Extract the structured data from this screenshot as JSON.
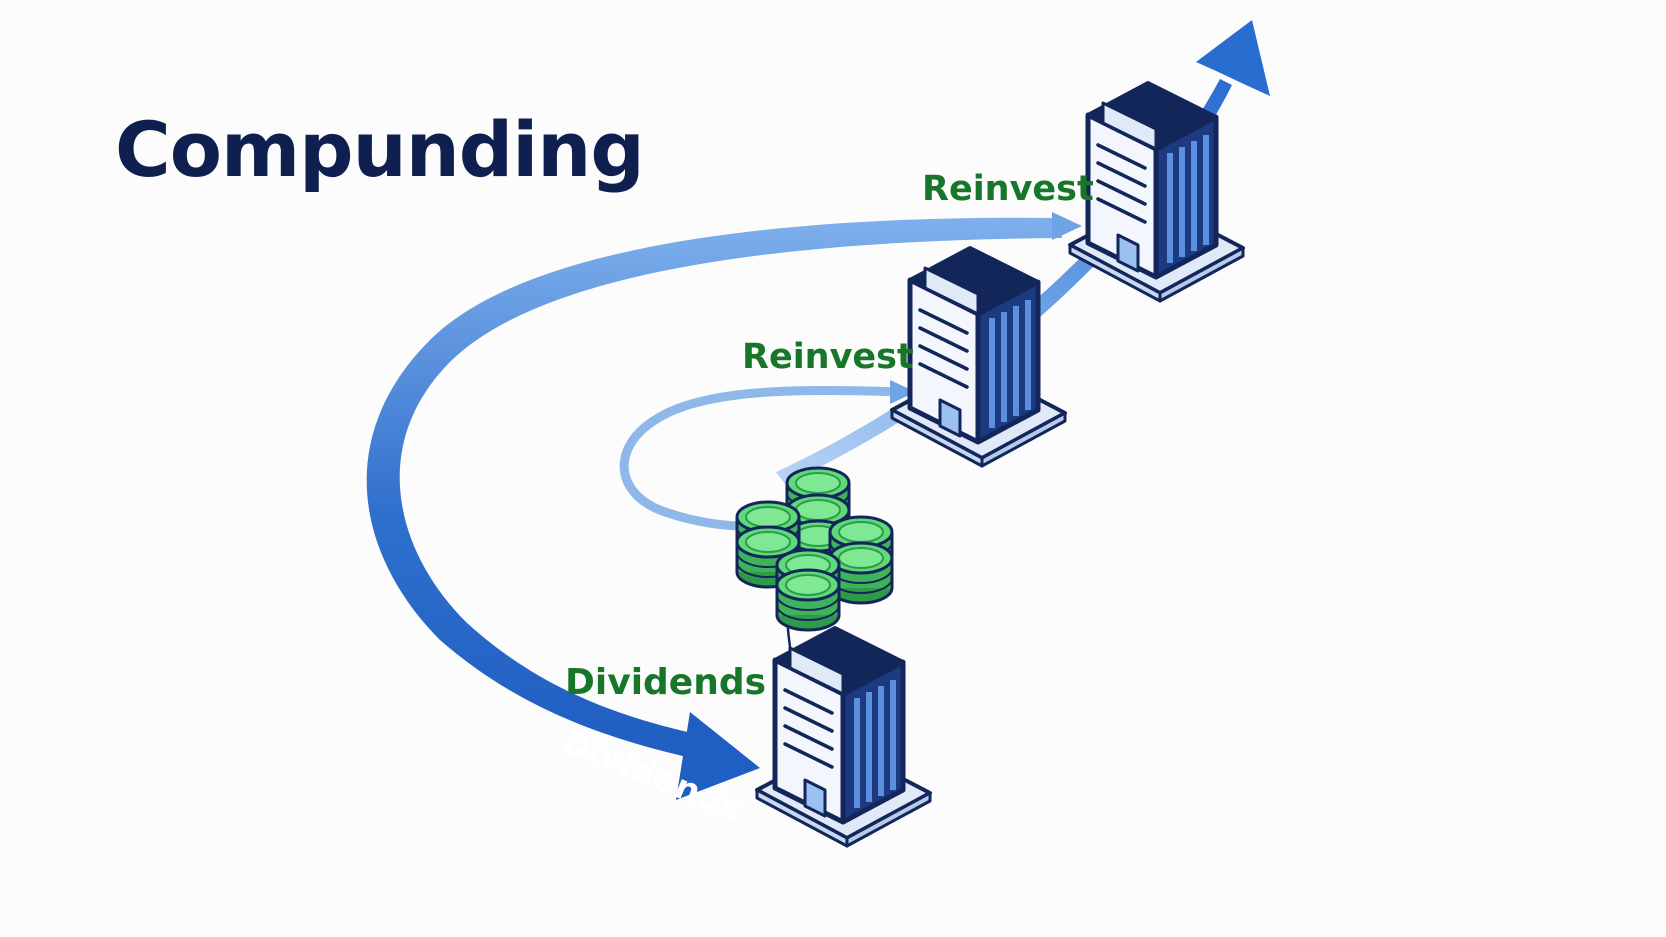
{
  "diagram": {
    "title": "Compunding",
    "labels": {
      "reinvest_top": "Reinvest",
      "reinvest_middle": "Reinvest",
      "dividends": "Dividends",
      "dividends_arrow": "Dividends"
    }
  },
  "colors": {
    "title": "#0f1f4f",
    "label_green": "#18762a",
    "arrow_blue": "#2f6fcc",
    "arrow_light_blue": "#8fb8ea",
    "building_navy": "#13265a",
    "building_blue": "#5b8fe0",
    "building_face": "#f3f7fd",
    "coin_green": "#5fd97a"
  },
  "icons": [
    "building-icon",
    "coin-stack-icon",
    "growth-arrow-icon"
  ]
}
